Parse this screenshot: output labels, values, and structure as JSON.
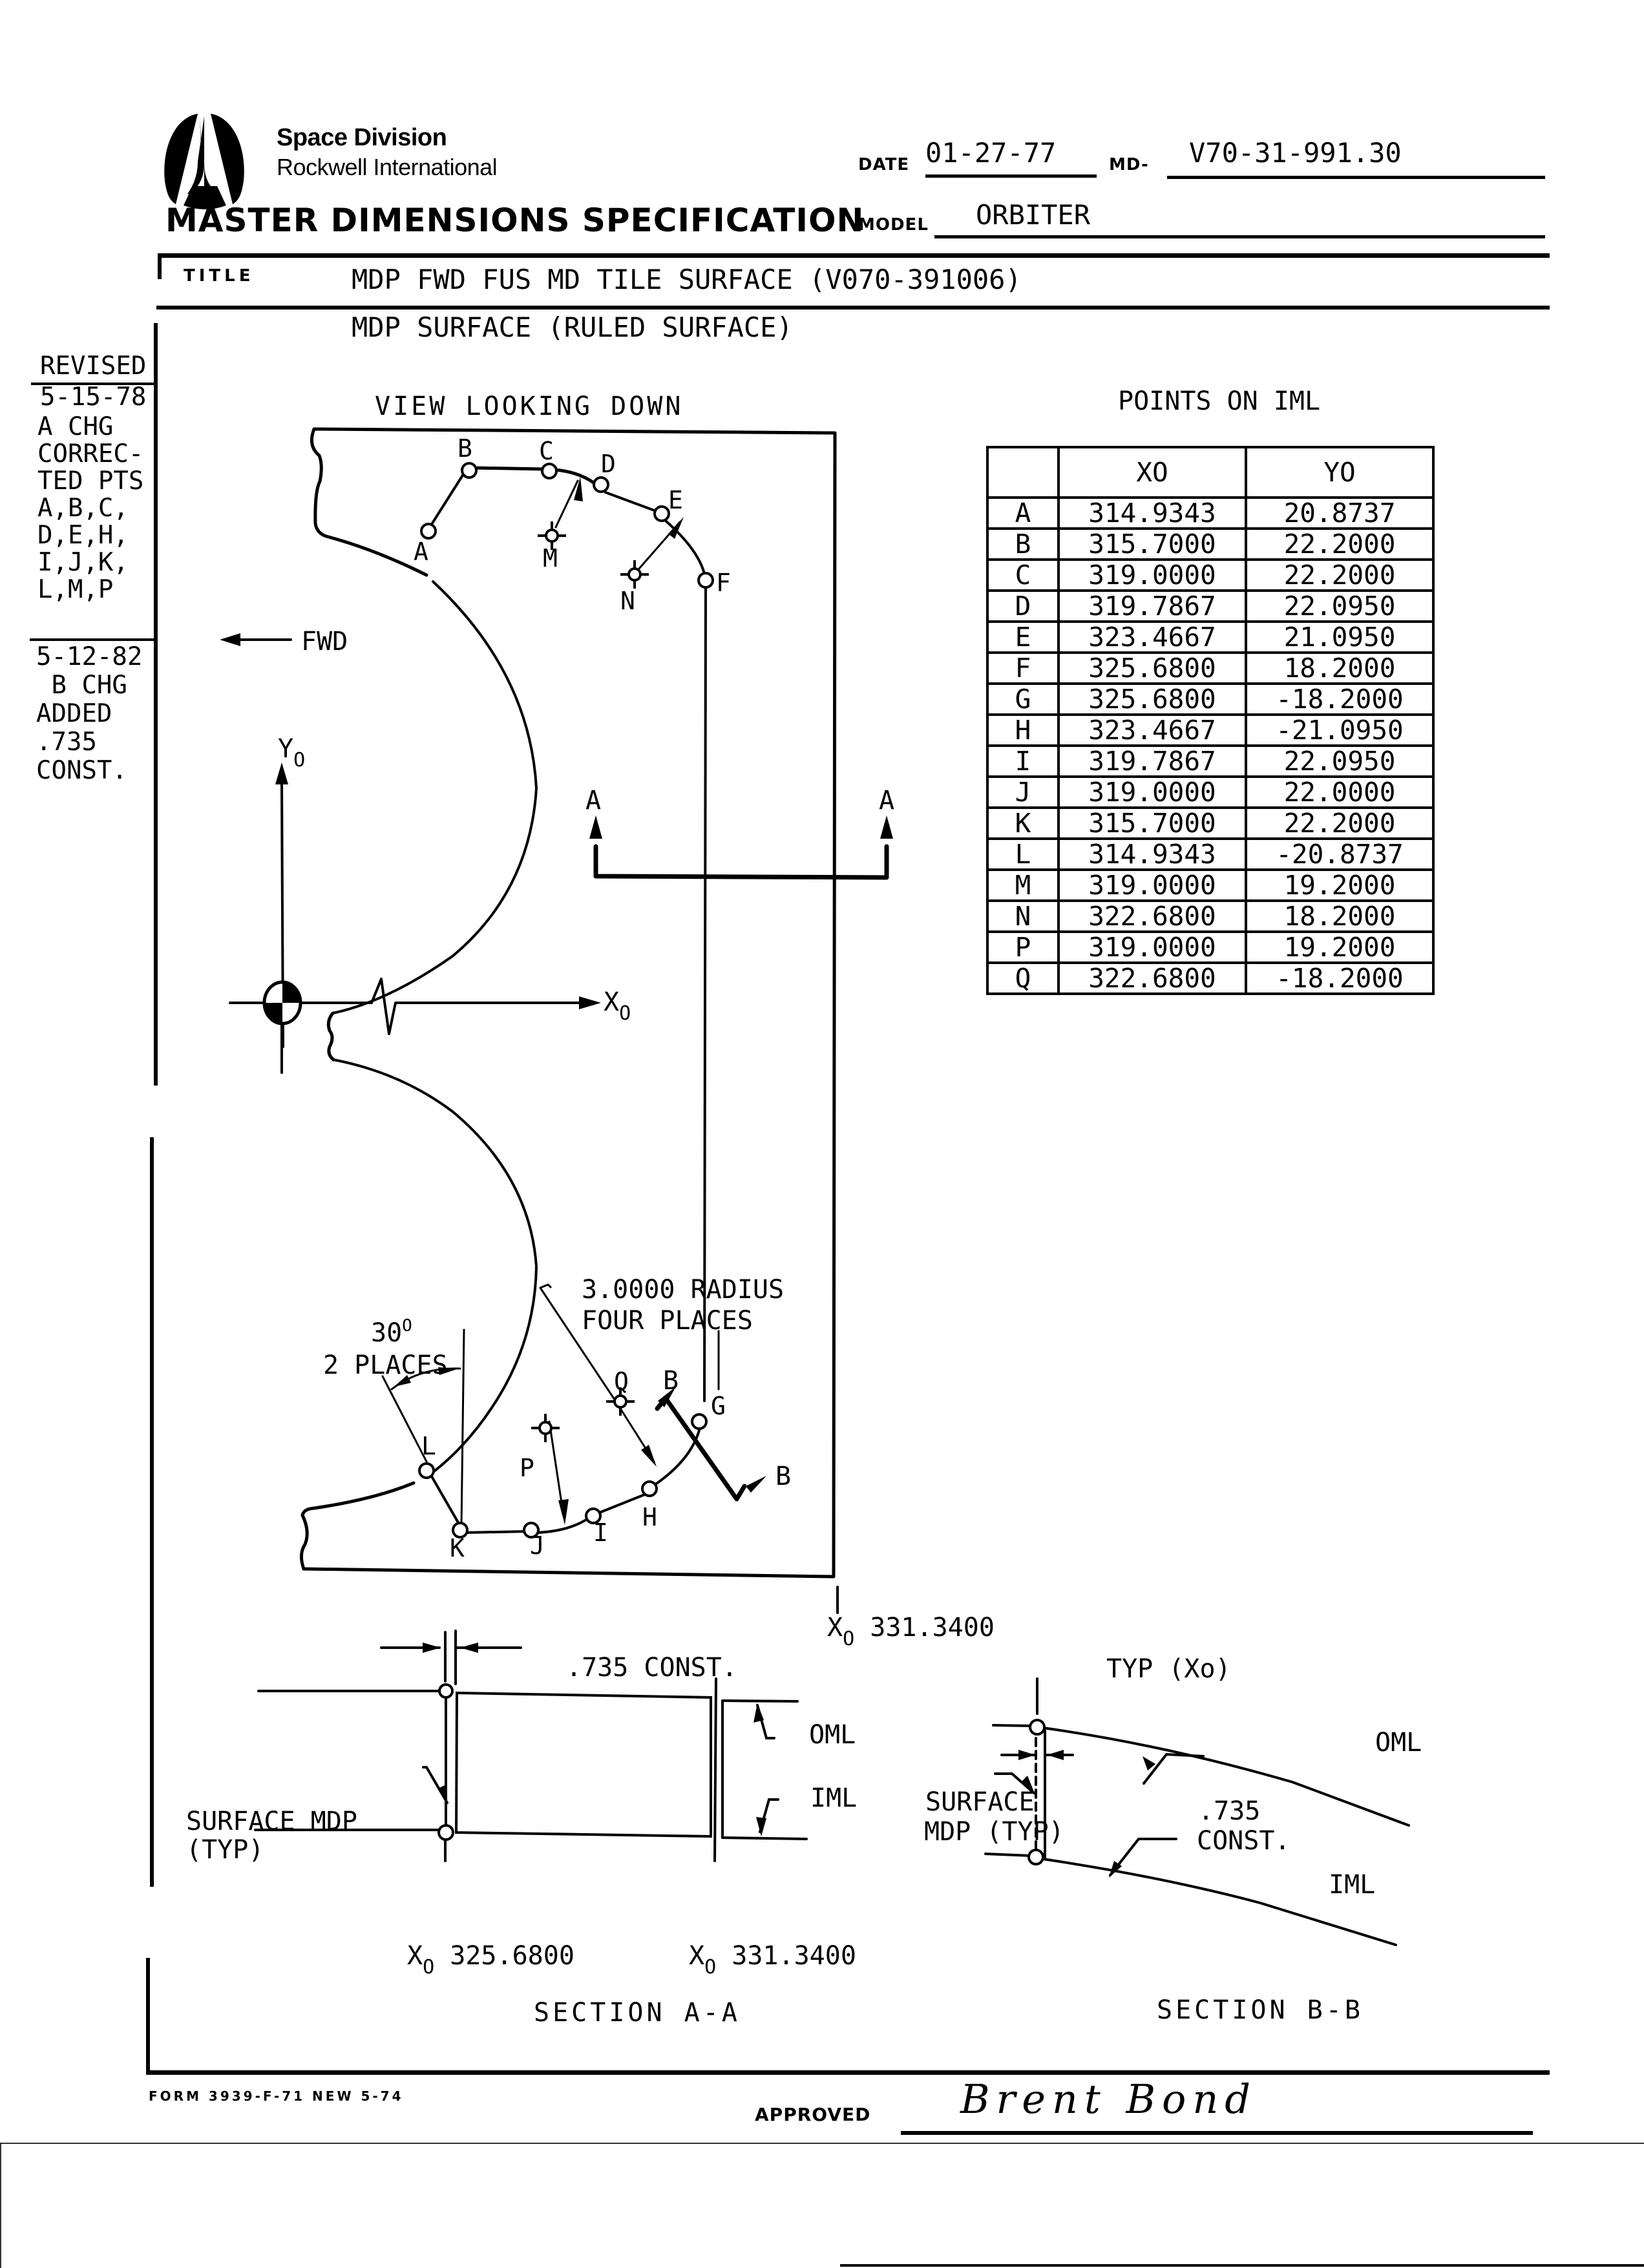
{
  "header": {
    "brand_line1": "Space Division",
    "brand_line2": "Rockwell International",
    "spec_title": "MASTER DIMENSIONS SPECIFICATION",
    "date_label": "DATE",
    "date_value": "01-27-77",
    "md_label": "MD-",
    "md_value": "V70-31-991.30",
    "model_label": "MODEL",
    "model_value": "ORBITER",
    "title_label": "TITLE",
    "title_line1": "MDP FWD FUS MD TILE SURFACE (V070-391006)",
    "title_line2": "MDP SURFACE (RULED SURFACE)"
  },
  "revisions": {
    "heading": "REVISED",
    "entries": [
      {
        "date": "5-15-78",
        "lines": [
          "A CHG",
          "CORREC-",
          "TED PTS",
          "A,B,C,",
          "D,E,H,",
          "I,J,K,",
          "L,M,P"
        ]
      },
      {
        "date": "5-12-82",
        "lines": [
          " B CHG",
          "ADDED",
          ".735",
          "CONST."
        ]
      }
    ]
  },
  "view": {
    "title": "VIEW LOOKING DOWN",
    "fwd_label": "FWD",
    "y_axis_label": "Y",
    "x_axis_label": "X",
    "axis_subscript": "O",
    "section_a_label": "A",
    "section_b_label": "B",
    "point_labels": [
      "A",
      "B",
      "C",
      "D",
      "E",
      "F",
      "G",
      "H",
      "I",
      "J",
      "K",
      "L",
      "M",
      "N",
      "P",
      "Q"
    ],
    "radius_note_line1": "3.0000 RADIUS",
    "radius_note_line2": "FOUR PLACES",
    "angle_note_line1": "30",
    "angle_degree": "O",
    "angle_note_line2": "2 PLACES",
    "xo_station": "331.3400"
  },
  "points_table": {
    "title": "POINTS ON IML",
    "columns": [
      "",
      "XO",
      "YO"
    ],
    "rows": [
      {
        "pt": "A",
        "xo": "314.9343",
        "yo": "20.8737"
      },
      {
        "pt": "B",
        "xo": "315.7000",
        "yo": "22.2000"
      },
      {
        "pt": "C",
        "xo": "319.0000",
        "yo": "22.2000"
      },
      {
        "pt": "D",
        "xo": "319.7867",
        "yo": "22.0950"
      },
      {
        "pt": "E",
        "xo": "323.4667",
        "yo": "21.0950"
      },
      {
        "pt": "F",
        "xo": "325.6800",
        "yo": "18.2000"
      },
      {
        "pt": "G",
        "xo": "325.6800",
        "yo": "-18.2000"
      },
      {
        "pt": "H",
        "xo": "323.4667",
        "yo": "-21.0950"
      },
      {
        "pt": "I",
        "xo": "319.7867",
        "yo": "22.0950"
      },
      {
        "pt": "J",
        "xo": "319.0000",
        "yo": "22.0000"
      },
      {
        "pt": "K",
        "xo": "315.7000",
        "yo": "22.2000"
      },
      {
        "pt": "L",
        "xo": "314.9343",
        "yo": "-20.8737"
      },
      {
        "pt": "M",
        "xo": "319.0000",
        "yo": "19.2000"
      },
      {
        "pt": "N",
        "xo": "322.6800",
        "yo": "18.2000"
      },
      {
        "pt": "P",
        "xo": "319.0000",
        "yo": "19.2000"
      },
      {
        "pt": "Q",
        "xo": "322.6800",
        "yo": "-18.2000"
      }
    ]
  },
  "section_aa": {
    "dim": ".735 CONST.",
    "surface_label_1": "SURFACE MDP",
    "surface_label_2": "(TYP)",
    "oml": "OML",
    "iml": "IML",
    "xo_left": "325.6800",
    "xo_right": "331.3400",
    "title": "SECTION A-A"
  },
  "section_bb": {
    "typ_label": "TYP (Xo)",
    "surface_label_1": "SURFACE",
    "surface_label_2": "MDP (TYP)",
    "dim_1": ".735",
    "dim_2": "CONST.",
    "oml": "OML",
    "iml": "IML",
    "title": "SECTION B-B"
  },
  "footer": {
    "form_number": "FORM 3939-F-71   NEW 5-74",
    "approved_label": "APPROVED",
    "signature": "Brent Bond"
  }
}
